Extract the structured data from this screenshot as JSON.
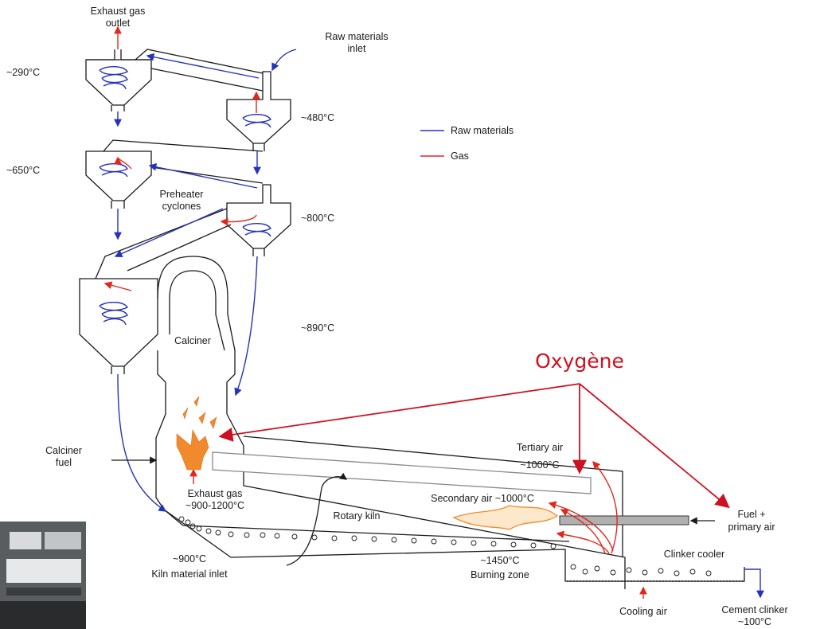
{
  "colors": {
    "raw_materials": "#2433b8",
    "gas": "#e0281e",
    "oxygen_annotation": "#cc1122",
    "flame": "#f08a2c",
    "line": "#1a1a1a"
  },
  "legend": {
    "raw_materials": "Raw materials",
    "gas": "Gas"
  },
  "labels": {
    "exhaust_outlet_1": "Exhaust gas",
    "exhaust_outlet_2": "outlet",
    "raw_inlet_1": "Raw materials",
    "raw_inlet_2": "inlet",
    "t290": "~290°C",
    "t480": "~480°C",
    "t650": "~650°C",
    "t800": "~800°C",
    "t890": "~890°C",
    "preheater_1": "Preheater",
    "preheater_2": "cyclones",
    "calciner": "Calciner",
    "calciner_fuel_1": "Calciner",
    "calciner_fuel_2": "fuel",
    "exhaust_gas_1": "Exhaust gas",
    "exhaust_gas_2": "~900-1200°C",
    "tertiary_1": "Tertiary air",
    "tertiary_2": "~1000°C",
    "secondary": "Secondary air ~1000°C",
    "rotary": "Rotary kiln",
    "fuel_1": "Fuel +",
    "fuel_2": "primary air",
    "t900": "~900°C",
    "kiln_inlet": "Kiln material inlet",
    "t1450": "~1450°C",
    "burning": "Burning zone",
    "clinker_cooler": "Clinker cooler",
    "cooling_air": "Cooling air",
    "cement_1": "Cement clinker",
    "cement_2": "~100°C"
  },
  "annotation": {
    "text": "Oxygène"
  }
}
